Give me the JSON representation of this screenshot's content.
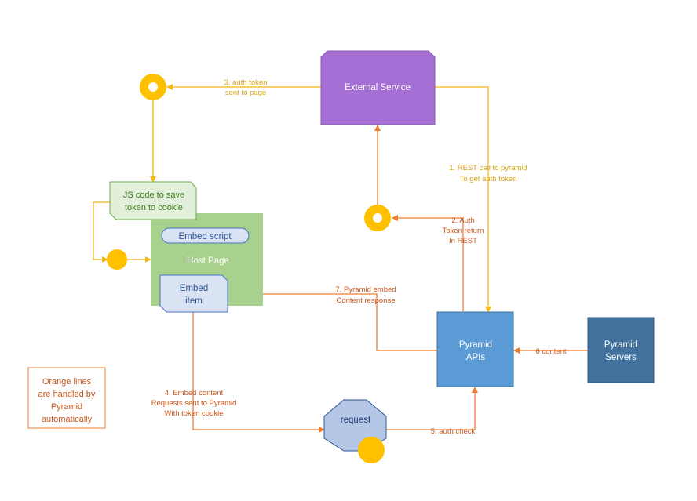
{
  "nodes": {
    "external_service": "External Service",
    "host_page": "Host Page",
    "embed_script": "Embed script",
    "embed_item": [
      "Embed",
      "item"
    ],
    "js_code": [
      "JS code to save",
      "token to cookie"
    ],
    "pyramid_apis": [
      "Pyramid",
      "APIs"
    ],
    "pyramid_servers": [
      "Pyramid",
      "Servers"
    ],
    "request": "request"
  },
  "edges": {
    "e1": [
      "1. REST call to pyramid",
      "To get auth token"
    ],
    "e2": [
      "2. Auth",
      "Token return",
      "In REST"
    ],
    "e3": [
      "3. auth token",
      "sent to page"
    ],
    "e4": [
      "4. Embed content",
      "Requests sent to Pyramid",
      "With token cookie"
    ],
    "e5": "5. auth check",
    "e6": "6 content",
    "e7": [
      "7. Pyramid embed",
      "Content response"
    ]
  },
  "note": [
    "Orange lines",
    "are handled by",
    "Pyramid",
    "automatically"
  ],
  "colors": {
    "yellow_line": "#f5b815",
    "orange_line": "#ed7d31",
    "external_service_fill": "#a66fd6",
    "host_page_fill": "#a9d18e",
    "pyramid_apis_fill": "#5b9bd5",
    "pyramid_servers_fill": "#41719c",
    "request_fill": "#b4c7e7",
    "connector_dot": "#ffc000"
  }
}
